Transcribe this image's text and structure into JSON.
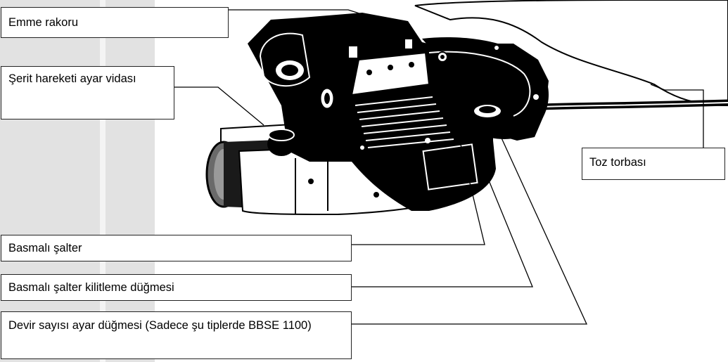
{
  "labels": {
    "emme": "Emme rakoru",
    "serit": "Şerit hareketi ayar vidası",
    "toz": "Toz torbası",
    "basmali": "Basmalı şalter",
    "kilit": "Basmalı şalter kilitleme düğmesi",
    "devir": "Devir sayısı ayar düğmesi (Sadece şu tiplerde  BBSE 1100)"
  },
  "colors": {
    "ink": "#000000",
    "panel": "#ffffff",
    "stripe": "#e2e2e2"
  }
}
